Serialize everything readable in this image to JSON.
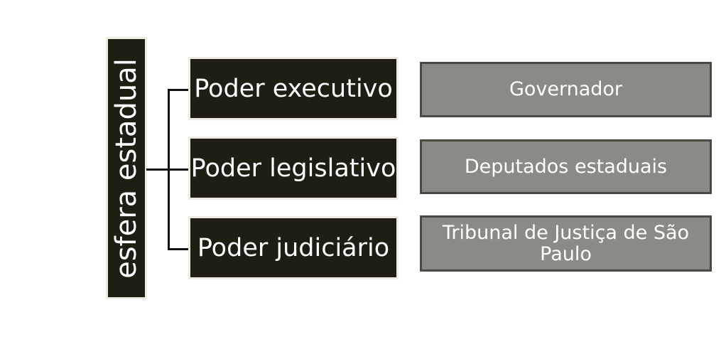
{
  "root": {
    "label": "esfera estadual"
  },
  "branches": [
    {
      "label": "Poder executivo",
      "detail": "Governador"
    },
    {
      "label": "Poder legislativo",
      "detail": "Deputados estaduais"
    },
    {
      "label": "Poder judiciário",
      "detail": "Tribunal de Justiça de São Paulo"
    }
  ]
}
